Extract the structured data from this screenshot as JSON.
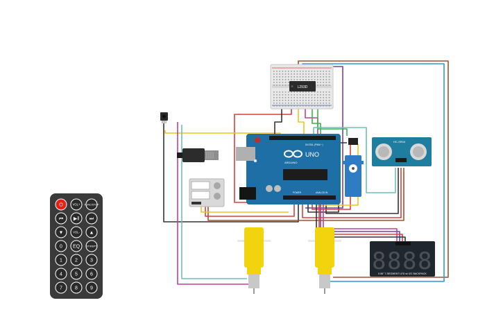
{
  "arduino": {
    "model": "UNO",
    "brand": "ARDUINO",
    "digital_label": "DIGITAL (PWM ~)",
    "power_label": "POWER",
    "analog_label": "ANALOG IN"
  },
  "driver_ic": {
    "label": "L293D"
  },
  "ultrasonic": {
    "label": "HC-SR04"
  },
  "display": {
    "digits": [
      "8",
      "8",
      "8",
      "8"
    ],
    "caption": "0.56\" 7-SEGMENT LED w/ I2C BACKPACK"
  },
  "remote": {
    "buttons": [
      {
        "id": "power",
        "label": "⏻",
        "kind": "red"
      },
      {
        "id": "vol-up",
        "label": "VOL+",
        "kind": "dark"
      },
      {
        "id": "func-stop",
        "label": "FUNC/STOP",
        "kind": "dark"
      },
      {
        "id": "rewind",
        "label": "⏮",
        "kind": "dark"
      },
      {
        "id": "play-pause",
        "label": "▶‖",
        "kind": "dark"
      },
      {
        "id": "forward",
        "label": "⏭",
        "kind": "dark"
      },
      {
        "id": "down",
        "label": "▼",
        "kind": "dark"
      },
      {
        "id": "vol-down",
        "label": "VOL-",
        "kind": "dark"
      },
      {
        "id": "up",
        "label": "▲",
        "kind": "dark"
      },
      {
        "id": "0",
        "label": "0",
        "kind": "dark"
      },
      {
        "id": "eq",
        "label": "EQ",
        "kind": "dark"
      },
      {
        "id": "st-rept",
        "label": "ST/REPT",
        "kind": "dark"
      },
      {
        "id": "1",
        "label": "1",
        "kind": "dark"
      },
      {
        "id": "2",
        "label": "2",
        "kind": "dark"
      },
      {
        "id": "3",
        "label": "3",
        "kind": "dark"
      },
      {
        "id": "4",
        "label": "4",
        "kind": "dark"
      },
      {
        "id": "5",
        "label": "5",
        "kind": "dark"
      },
      {
        "id": "6",
        "label": "6",
        "kind": "dark"
      },
      {
        "id": "7",
        "label": "7",
        "kind": "dark"
      },
      {
        "id": "8",
        "label": "8",
        "kind": "dark"
      },
      {
        "id": "9",
        "label": "9",
        "kind": "dark"
      }
    ]
  },
  "colors": {
    "board_blue": "#1d6fa5",
    "breadboard": "#e8e8e8",
    "motor_yellow": "#f2d40e",
    "display_bg": "#20262e",
    "remote_body": "#3a3a3a",
    "remote_red": "#e2231a",
    "sensor_blue": "#1f7da0"
  }
}
